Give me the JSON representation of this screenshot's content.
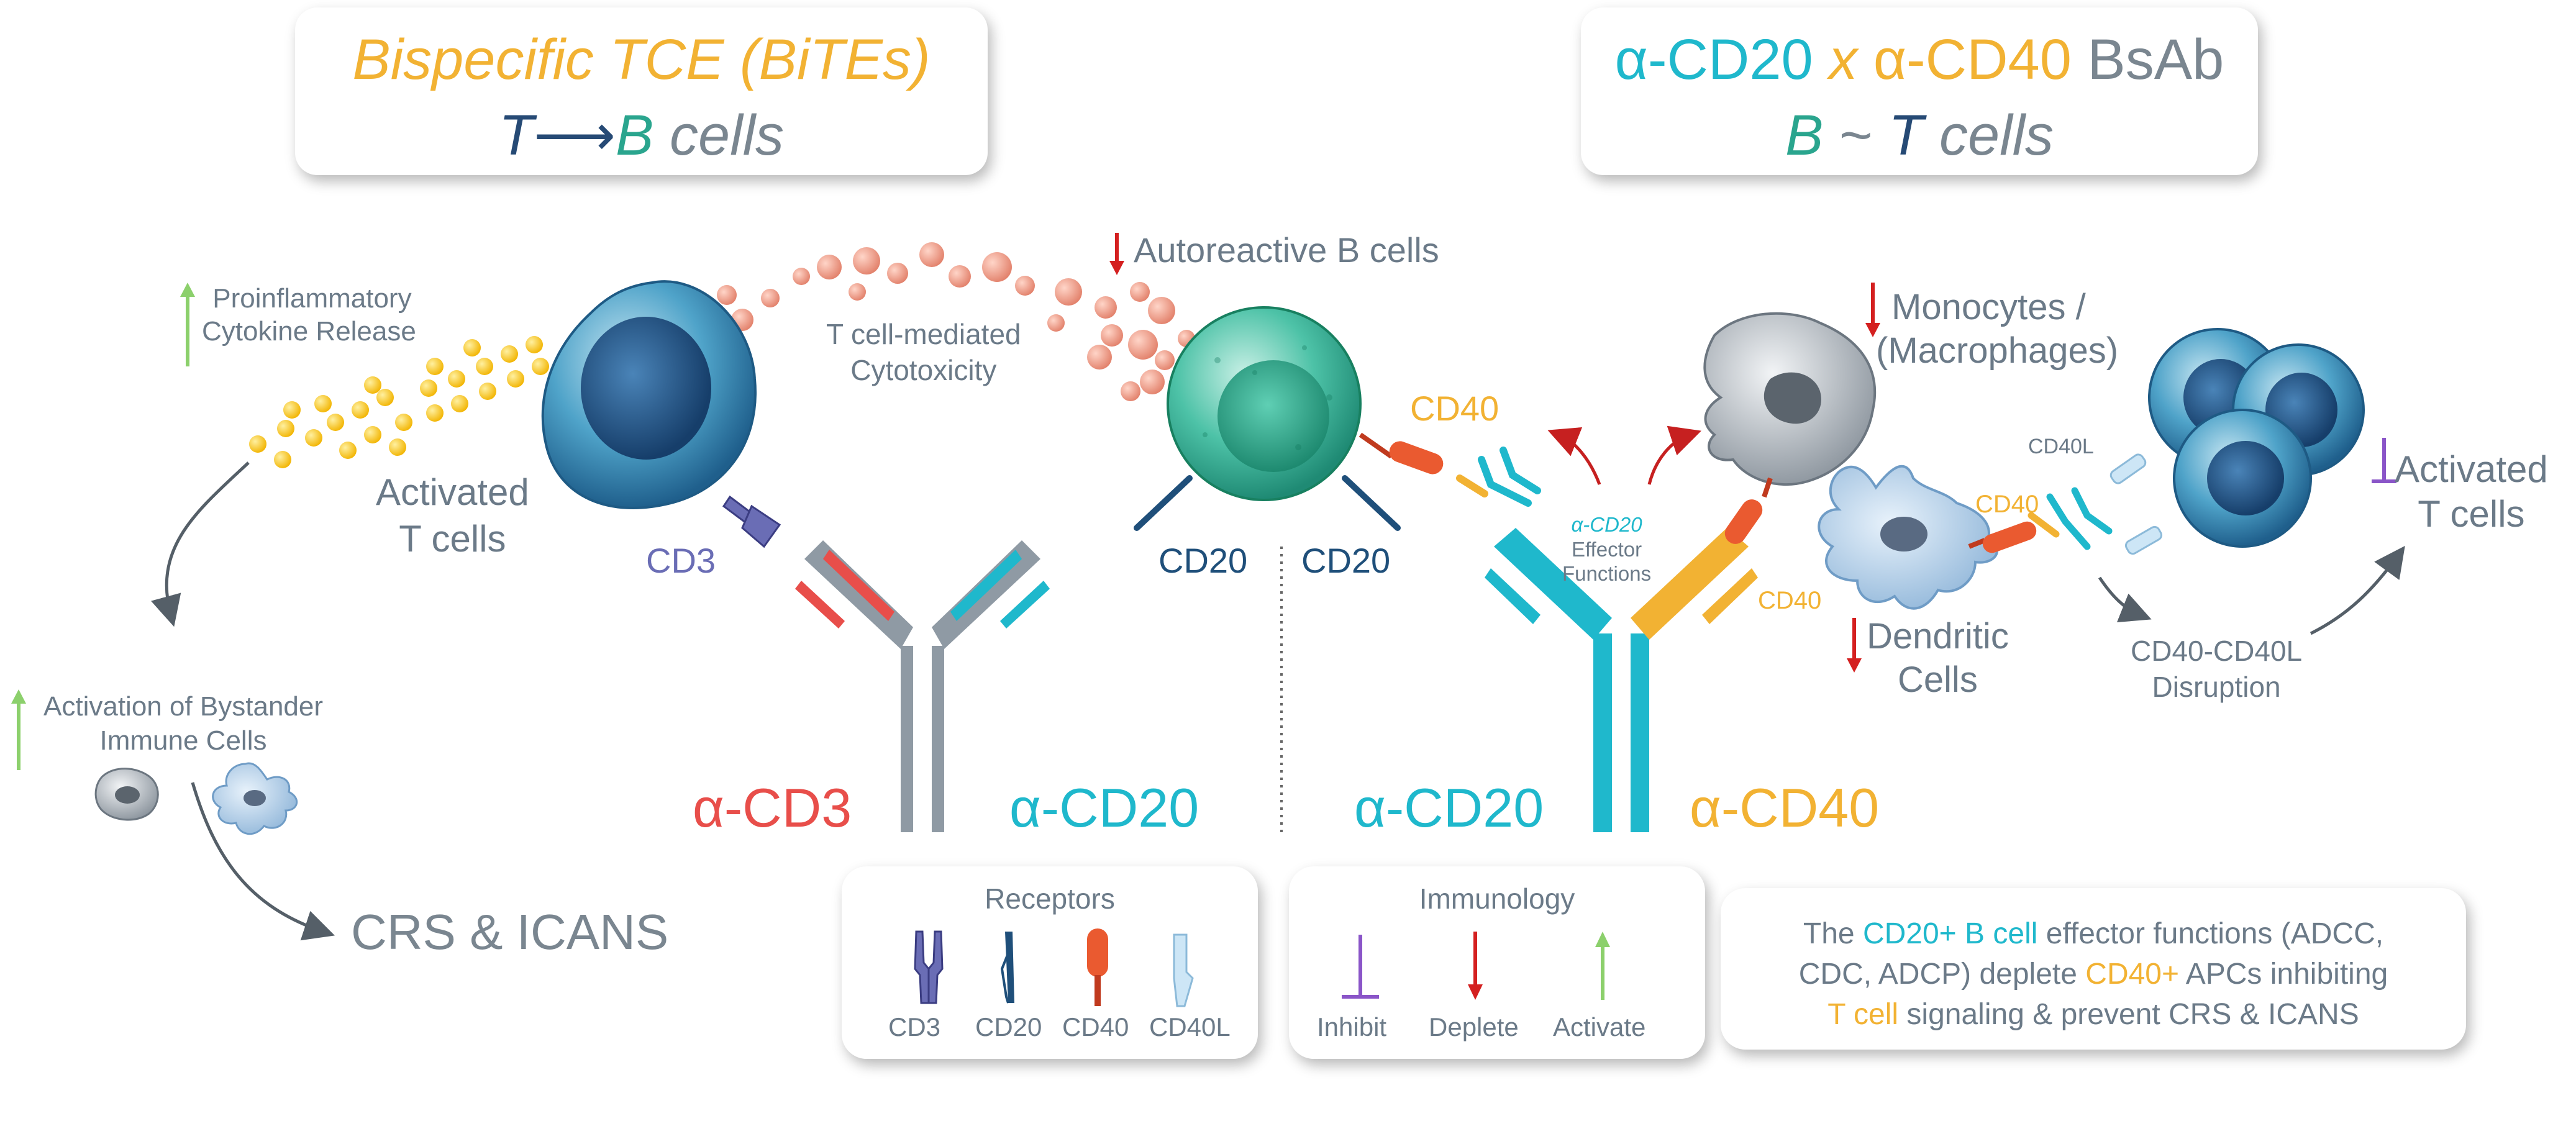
{
  "colors": {
    "orange": "#f2b233",
    "teal": "#2aa58e",
    "navy": "#264a75",
    "grey": "#7a8690",
    "cyan": "#1fb8cc",
    "red": "#e84e4a",
    "green": "#8cd06c",
    "purple": "#8a55c8",
    "deplete": "#d42020",
    "orange_red": "#e85a2a"
  },
  "left_title": {
    "line1": "Bispecific TCE (BiTEs)",
    "t": "T",
    "arrow": "⟶",
    "b": "B",
    "cells": " cells"
  },
  "right_title": {
    "a_cd20": "α-CD20",
    "x": " x ",
    "a_cd40": "α-CD40",
    "bsab": " BsAb",
    "b": "B",
    "tilde": " ~ ",
    "t": "T",
    "cells": " cells"
  },
  "labels": {
    "proinflammatory": "Proinflammatory",
    "cytokine": "Cytokine Release",
    "activated_t_1": "Activated",
    "activated_t_2": "T cells",
    "t_mediated_1": "T cell-mediated",
    "t_mediated_2": "Cytotoxicity",
    "autoreactive": "Autoreactive B cells",
    "cd3": "CD3",
    "cd20_left": "CD20",
    "cd20_right": "CD20",
    "cd40_top": "CD40",
    "cd40_dc": "CD40",
    "cd40_right": "CD40",
    "cd40l": "CD40L",
    "effector_1": "α-CD20",
    "effector_2": "Effector",
    "effector_3": "Functions",
    "monocytes_1": "Monocytes /",
    "monocytes_2": "(Macrophages)",
    "dendritic_1": "Dendritic",
    "dendritic_2": "Cells",
    "activated_right_1": "Activated",
    "activated_right_2": "T cells",
    "disruption_1": "CD40-CD40L",
    "disruption_2": "Disruption",
    "bystander_1": "Activation of Bystander",
    "bystander_2": "Immune Cells",
    "crs": "CRS & ICANS",
    "a_cd3": "α-CD3",
    "a_cd20_left": "α-CD20",
    "a_cd20_right": "α-CD20",
    "a_cd40": "α-CD40"
  },
  "receptors_legend": {
    "title": "Receptors",
    "items": [
      "CD3",
      "CD20",
      "CD40",
      "CD40L"
    ]
  },
  "immunology_legend": {
    "title": "Immunology",
    "items": [
      "Inhibit",
      "Deplete",
      "Activate"
    ]
  },
  "summary": {
    "p1": "The ",
    "p2": "CD20+ B cell",
    "p3": " effector functions (ADCC,",
    "p4": "CDC, ADCP) deplete ",
    "p5": "CD40+",
    "p6": " APCs inhibiting",
    "p7": "T cell",
    "p8": " signaling & prevent CRS & ICANS"
  }
}
